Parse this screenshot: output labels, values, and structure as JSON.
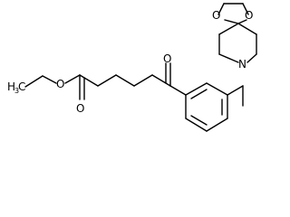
{
  "molecule": {
    "atom_labels": {
      "methyl": "H",
      "methyl_c": "C",
      "methyl_sub": "3",
      "ester_o": "O",
      "carbonyl_o_ester": "O",
      "ketone_o": "O",
      "ring_o_left": "O",
      "ring_o_right": "O",
      "amine_n": "N"
    },
    "colors": {
      "bond": "#000000",
      "background": "#ffffff"
    }
  }
}
